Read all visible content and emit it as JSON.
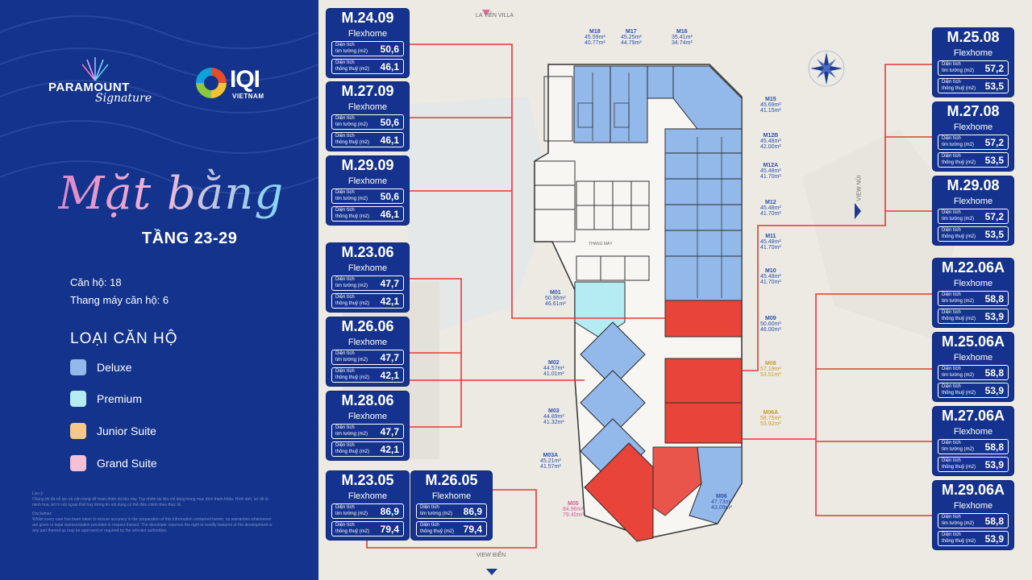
{
  "brand": {
    "name": "PARAMOUNT",
    "script": "Signature"
  },
  "partner": {
    "name": "IQI",
    "sub": "VIETNAM"
  },
  "title": {
    "script": "Mặt bằng",
    "floors": "TẦNG 23-29"
  },
  "stats": {
    "units": "Căn hộ: 18",
    "elevators": "Thang máy căn hộ: 6"
  },
  "legend": {
    "heading": "LOẠI CĂN HỘ",
    "items": [
      {
        "label": "Deluxe",
        "color": "#93b8ea"
      },
      {
        "label": "Premium",
        "color": "#b5ecf4"
      },
      {
        "label": "Junior Suite",
        "color": "#f8c986"
      },
      {
        "label": "Grand Suite",
        "color": "#f5bfd5"
      }
    ]
  },
  "disclaimer": {
    "heading": "Lưu ý:",
    "body": "Chúng tôi đã nỗ lực và cẩn trọng để hoàn thiện tài liệu này. Tuy nhiên tài liệu chỉ dùng trong mục đích tham khảo. Hình ảnh, sơ đồ là minh họa, bố trí nội ngoại thất hay thông tin nội dung có thể điều chỉnh theo thực tế.",
    "heading2": "Disclaimer:",
    "body2": "Whilst every care has been taken to ensure accuracy in the preparation of this information contained herein, no warranties whatsoever are given or legal representation provided in respect thereof. The developer reserves the right to modify features of the development or any part thereof as may be approved or required by the relevant authorities."
  },
  "plan": {
    "top_label": "LA TIÊN VILLA",
    "bottom_label": "VIEW BIỂN",
    "right_label": "VIEW NÚI",
    "compass": "N E S W",
    "stairs": "THANG MÁY",
    "units": [
      {
        "code": "M18",
        "area1": "45.59m²",
        "area2": "40.77m²"
      },
      {
        "code": "M17",
        "area1": "45.25m²",
        "area2": "44.79m²"
      },
      {
        "code": "M16",
        "area1": "35.41m²",
        "area2": "34.74m²"
      },
      {
        "code": "M15",
        "area1": "45.69m²",
        "area2": "41.15m²"
      },
      {
        "code": "M12B",
        "area1": "45.48m²",
        "area2": "42.00m²"
      },
      {
        "code": "M12A",
        "area1": "45.48m²",
        "area2": "41.70m²"
      },
      {
        "code": "M12",
        "area1": "45.48m²",
        "area2": "41.70m²"
      },
      {
        "code": "M11",
        "area1": "45.48m²",
        "area2": "41.70m²"
      },
      {
        "code": "M10",
        "area1": "45.48m²",
        "area2": "41.70m²"
      },
      {
        "code": "M01",
        "area1": "50.95m²",
        "area2": "46.61m²"
      },
      {
        "code": "M09",
        "area1": "50.60m²",
        "area2": "46.00m²"
      },
      {
        "code": "M02",
        "area1": "44.57m²",
        "area2": "41.01m²"
      },
      {
        "code": "M08",
        "area1": "57.19m²",
        "area2": "53.51m²"
      },
      {
        "code": "M03",
        "area1": "44.89m²",
        "area2": "41.32m²"
      },
      {
        "code": "M06A",
        "area1": "58.75m²",
        "area2": "53.92m²"
      },
      {
        "code": "M03A",
        "area1": "45.21m²",
        "area2": "41.57m²"
      },
      {
        "code": "M06",
        "area1": "47.73m²",
        "area2": "43.09m²"
      },
      {
        "code": "M05",
        "area1": "84.96m²",
        "area2": "79.40m²"
      }
    ]
  },
  "row_labels": {
    "gross": "Diện tích\ntim tường (m2)",
    "net": "Diện tích\nthông thuỷ (m2)"
  },
  "cards": [
    {
      "code": "M.24.09",
      "type": "Flexhome",
      "gross": "50,6",
      "net": "46,1"
    },
    {
      "code": "M.27.09",
      "type": "Flexhome",
      "gross": "50,6",
      "net": "46,1"
    },
    {
      "code": "M.29.09",
      "type": "Flexhome",
      "gross": "50,6",
      "net": "46,1"
    },
    {
      "code": "M.23.06",
      "type": "Flexhome",
      "gross": "47,7",
      "net": "42,1"
    },
    {
      "code": "M.26.06",
      "type": "Flexhome",
      "gross": "47,7",
      "net": "42,1"
    },
    {
      "code": "M.28.06",
      "type": "Flexhome",
      "gross": "47,7",
      "net": "42,1"
    },
    {
      "code": "M.23.05",
      "type": "Flexhome",
      "gross": "86,9",
      "net": "79,4"
    },
    {
      "code": "M.26.05",
      "type": "Flexhome",
      "gross": "86,9",
      "net": "79,4"
    },
    {
      "code": "M.25.08",
      "type": "Flexhome",
      "gross": "57,2",
      "net": "53,5"
    },
    {
      "code": "M.27.08",
      "type": "Flexhome",
      "gross": "57,2",
      "net": "53,5"
    },
    {
      "code": "M.29.08",
      "type": "Flexhome",
      "gross": "57,2",
      "net": "53,5"
    },
    {
      "code": "M.22.06A",
      "type": "Flexhome",
      "gross": "58,8",
      "net": "53,9"
    },
    {
      "code": "M.25.06A",
      "type": "Flexhome",
      "gross": "58,8",
      "net": "53,9"
    },
    {
      "code": "M.27.06A",
      "type": "Flexhome",
      "gross": "58,8",
      "net": "53,9"
    },
    {
      "code": "M.29.06A",
      "type": "Flexhome",
      "gross": "58,8",
      "net": "53,9"
    }
  ],
  "colors": {
    "panel": "#13338c",
    "card": "#15338e",
    "deluxe": "#93b8ea",
    "premium": "#b5ecf4",
    "highlight": "#e8443a",
    "connector": "#e53935"
  }
}
